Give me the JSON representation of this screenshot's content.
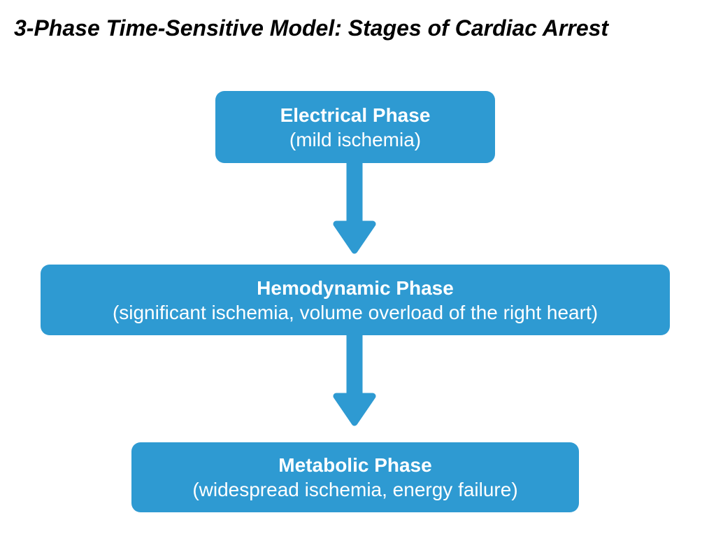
{
  "title": "3-Phase Time-Sensitive Model: Stages of Cardiac Arrest",
  "colors": {
    "accent_blue": "#2E9AD2",
    "box_text": "#FFFFFF",
    "title_text": "#000000",
    "background": "#FFFFFF"
  },
  "stages": [
    {
      "name": "Electrical Phase",
      "detail": "(mild ischemia)"
    },
    {
      "name": "Hemodynamic Phase",
      "detail": "(significant ischemia, volume overload of the right heart)"
    },
    {
      "name": "Metabolic Phase",
      "detail": "(widespread ischemia, energy failure)"
    }
  ],
  "connectors": [
    {
      "icon": "arrow-down-icon"
    },
    {
      "icon": "arrow-down-icon"
    }
  ]
}
